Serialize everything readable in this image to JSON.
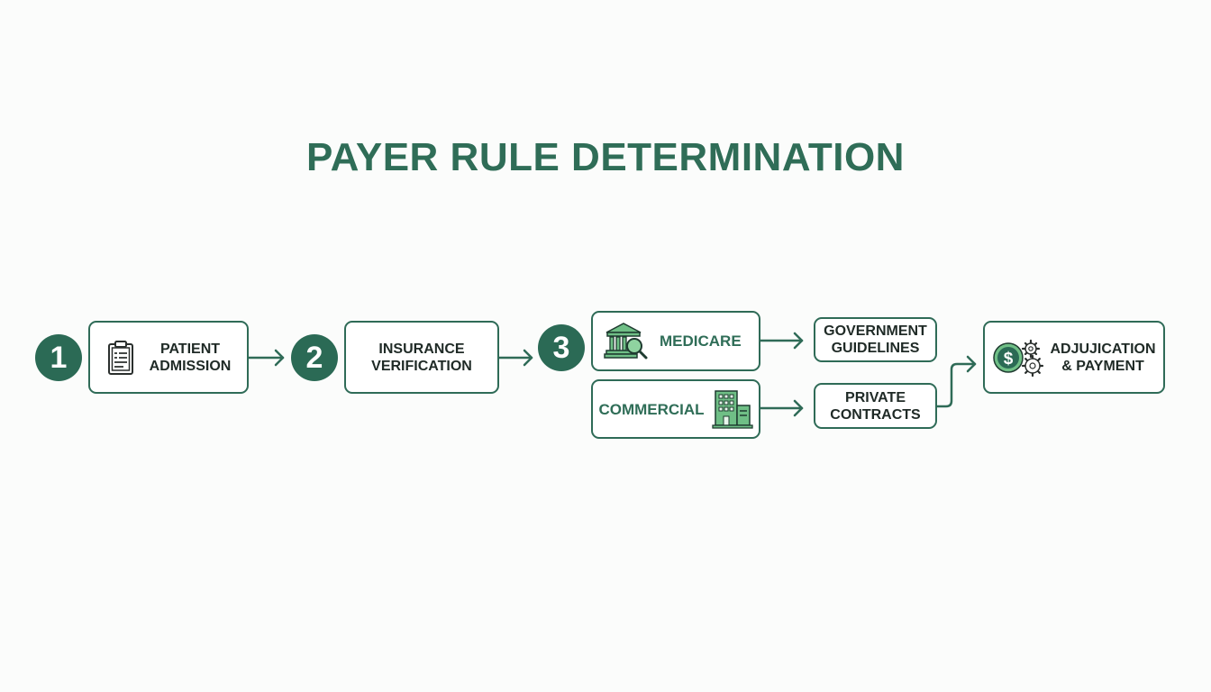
{
  "title": "PAYER RULE DETERMINATION",
  "colors": {
    "primary": "#2f6b57",
    "accent_green": "#6fbf86",
    "background": "#fbfcfb",
    "text": "#1f2a26"
  },
  "steps": [
    {
      "number": "1",
      "label": "PATIENT\nADMISSION",
      "icon": "clipboard-icon"
    },
    {
      "number": "2",
      "label": "INSURANCE\nVERIFICATION"
    },
    {
      "number": "3",
      "branches": [
        {
          "label": "MEDICARE",
          "icon": "government-building-magnifier-icon",
          "outcome": "GOVERNMENT\nGUIDELINES"
        },
        {
          "label": "COMMERCIAL",
          "icon": "office-building-icon",
          "outcome": "PRIVATE\nCONTRACTS"
        }
      ]
    }
  ],
  "final": {
    "label": "ADJUJICATION\n& PAYMENT",
    "icon": "dollar-gears-icon"
  }
}
